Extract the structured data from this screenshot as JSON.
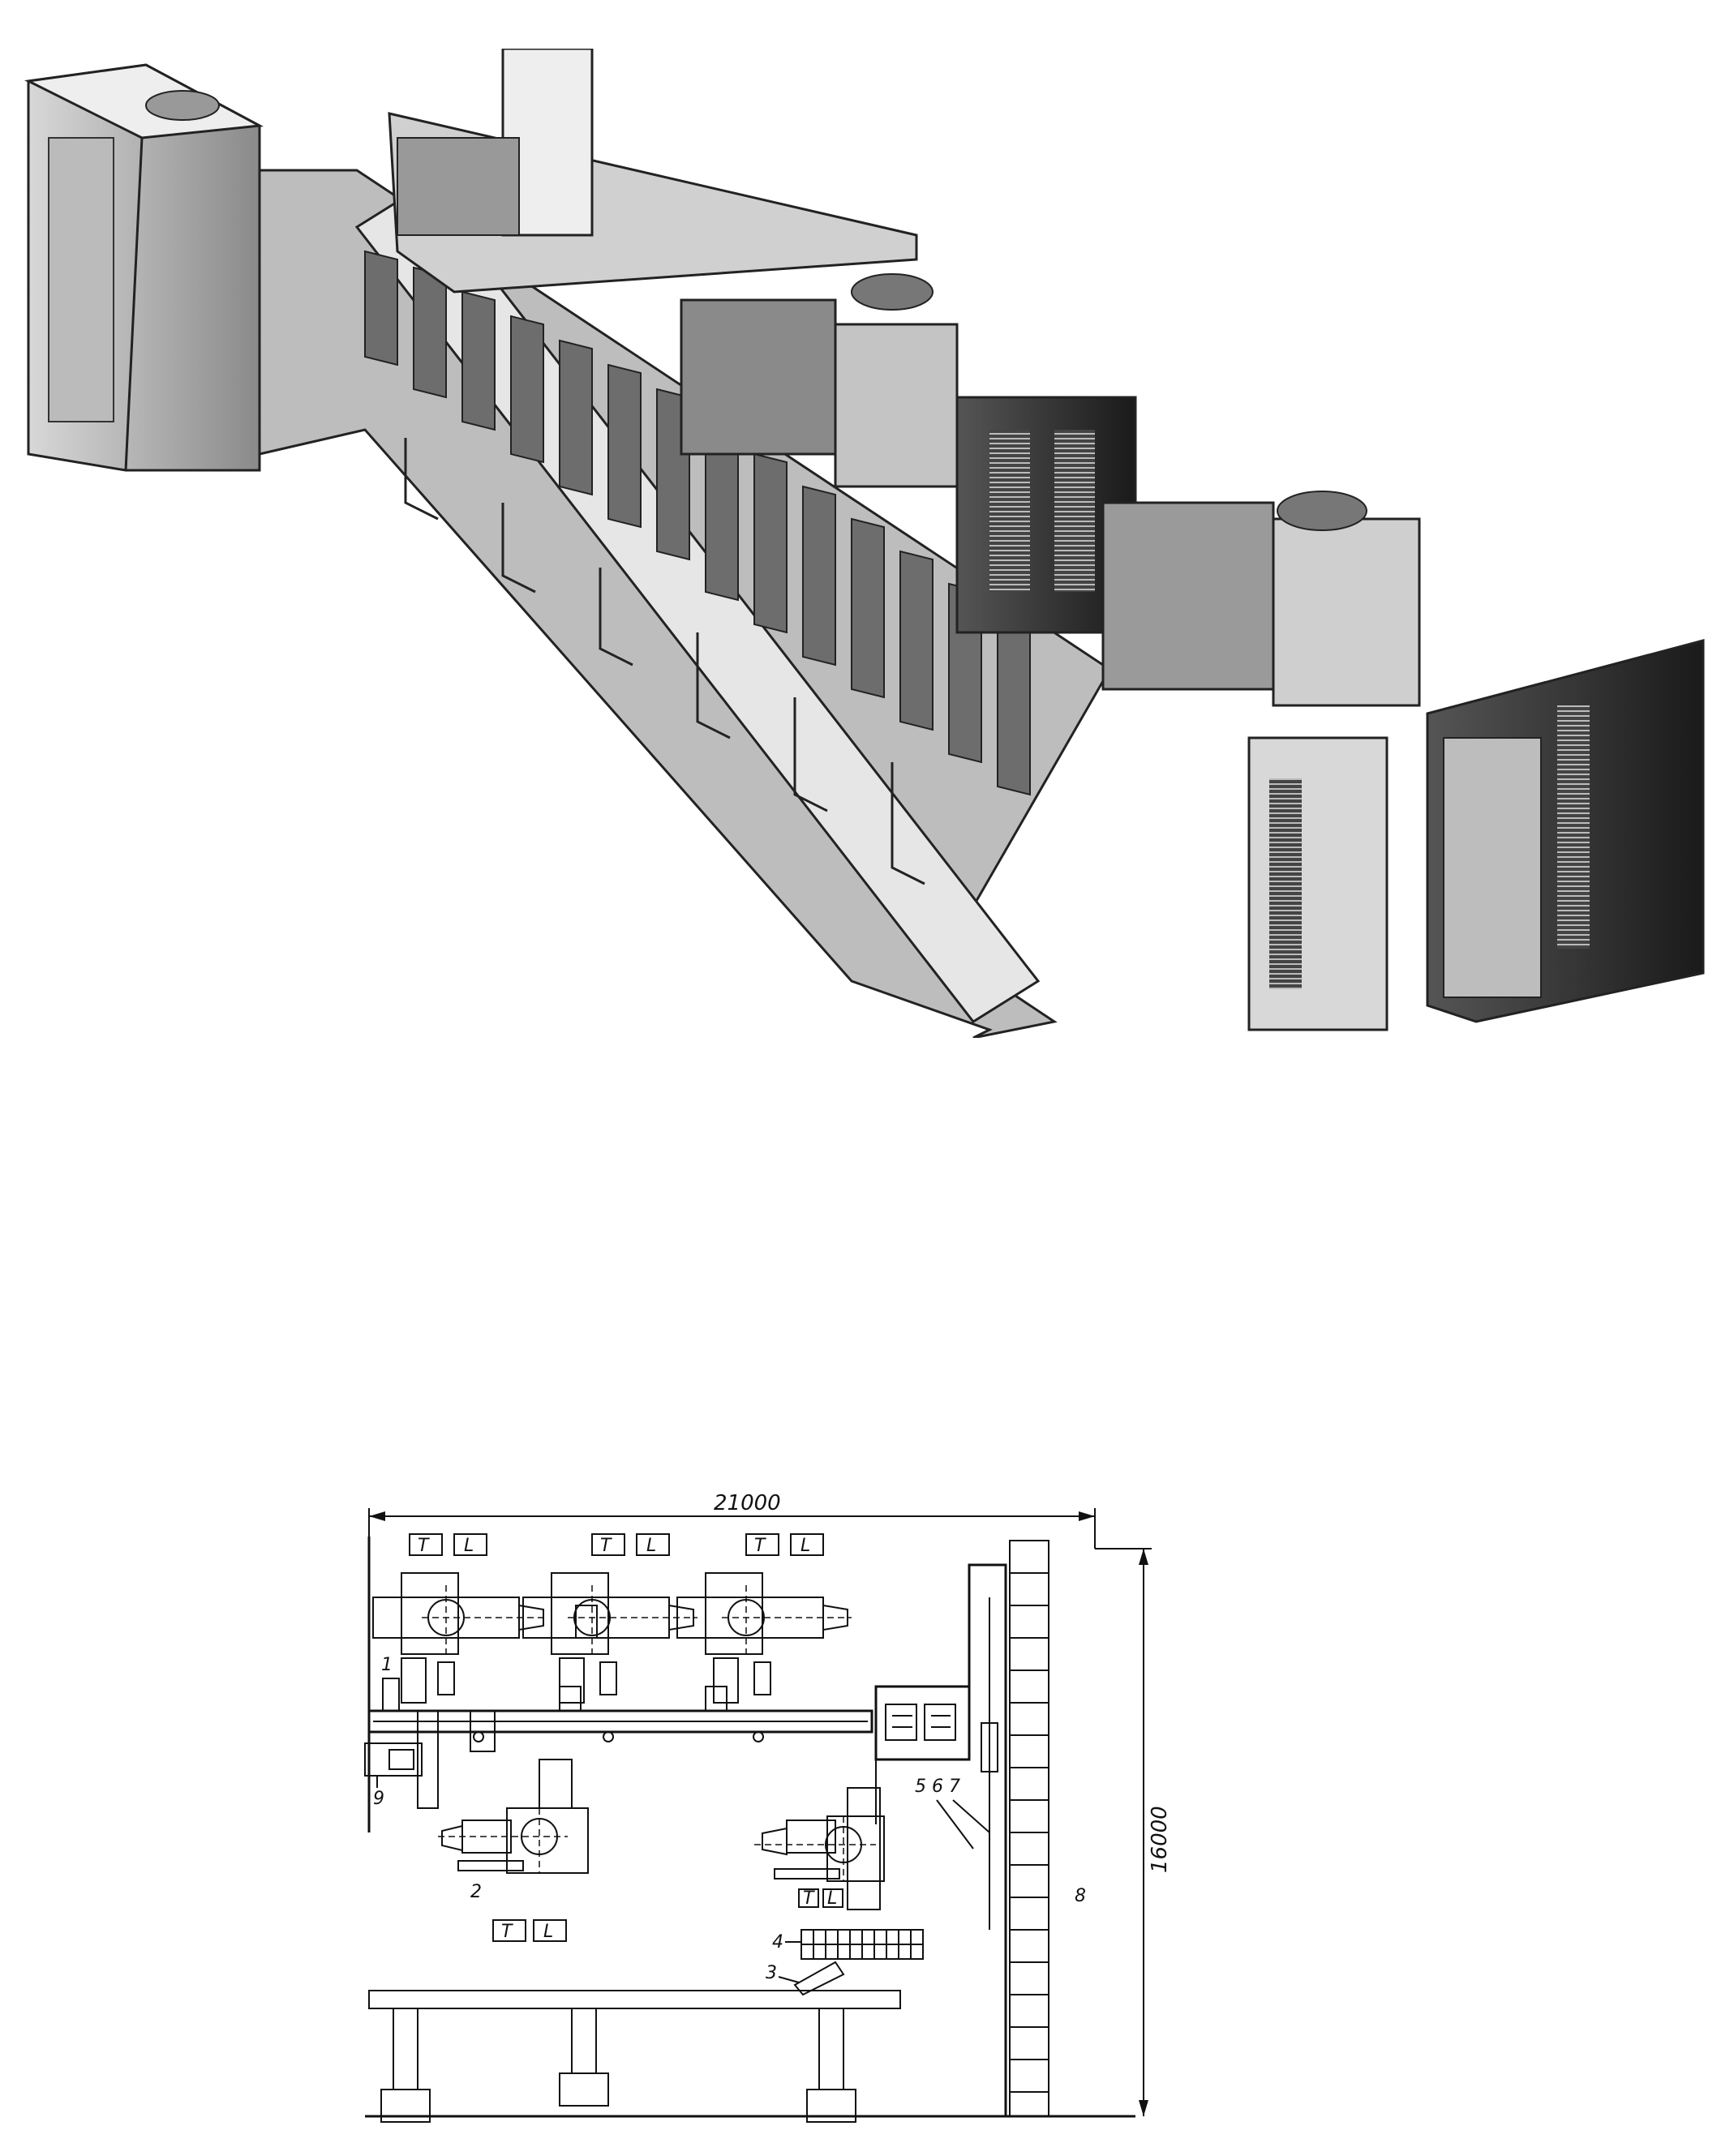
{
  "plan": {
    "dim_width": "21000",
    "dim_height": "16000",
    "callouts": {
      "c1": "1",
      "c2": "2",
      "c3": "3",
      "c4": "4",
      "c567": "5 6 7",
      "c8": "8",
      "c9": "9"
    },
    "panel_symbols": [
      "Т",
      "L"
    ]
  }
}
